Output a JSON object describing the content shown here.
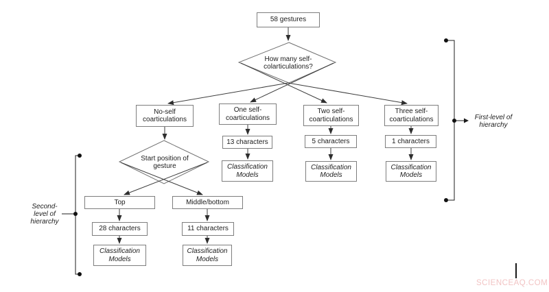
{
  "flowchart": {
    "root": {
      "label": "58 gestures"
    },
    "decision1": {
      "lines": [
        "How many self-",
        "colarticulations?"
      ]
    },
    "level1": [
      {
        "lines": [
          "No-self",
          "coarticulations"
        ]
      },
      {
        "lines": [
          "One self-",
          "coarticulations"
        ],
        "count": "13 characters",
        "model": [
          "Classification",
          "Models"
        ]
      },
      {
        "lines": [
          "Two self-",
          "coarticulations"
        ],
        "count": "5 characters",
        "model": [
          "Classification",
          "Models"
        ]
      },
      {
        "lines": [
          "Three self-",
          "coarticulations"
        ],
        "count": "1 characters",
        "model": [
          "Classification",
          "Models"
        ]
      }
    ],
    "decision2": {
      "lines": [
        "Start position of",
        "gesture"
      ]
    },
    "level2": [
      {
        "label": "Top",
        "count": "28 characters",
        "model": [
          "Classification",
          "Models"
        ]
      },
      {
        "label": "Middle/bottom",
        "count": "11 characters",
        "model": [
          "Classification",
          "Models"
        ]
      }
    ]
  },
  "annotations": {
    "right_bracket": {
      "lines": [
        "First-level of",
        "hierarchy"
      ]
    },
    "left_bracket": {
      "lines": [
        "Second-",
        "level of",
        "hierarchy"
      ]
    }
  },
  "watermark": {
    "text": "SCIENCEAQ.COM",
    "color": "#f2c4c4"
  },
  "colors": {
    "connector": "#3a3a3a",
    "box_border": "#7d7d7d"
  }
}
